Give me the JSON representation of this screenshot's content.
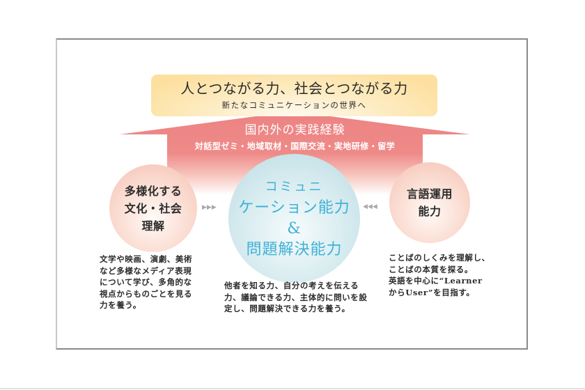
{
  "top_box": {
    "title": "人とつながる力、社会とつながる力",
    "subtitle": "新たなコミュニケーションの世界へ",
    "color": "#fde0a0"
  },
  "arrow": {
    "title": "国内外の実践経験",
    "subtitle": "対話型ゼミ・地域取材・国際交流・実地研修・留学",
    "color": "#ec8383"
  },
  "left_circle": {
    "lines": [
      "多様化する",
      "文化・社会",
      "理解"
    ],
    "color": "#f6bfb0"
  },
  "center_circle": {
    "lines": [
      "コミュニ",
      "ケーション能力",
      "&",
      "問題解決能力"
    ],
    "text_color": "#3eb1d6",
    "color": "#b9dbe2"
  },
  "right_circle": {
    "lines": [
      "言語運用",
      "能力"
    ],
    "color": "#f6bfb0"
  },
  "connectors": {
    "left_to_center": "▶▶▶",
    "right_to_center": "◀◀◀"
  },
  "descriptions": {
    "left": [
      "文学や映画、演劇、美術",
      "など多様なメディア表現",
      "について学び、多角的な",
      "視点からものごとを見る",
      "力を養う。"
    ],
    "center": [
      "他者を知る力、自分の考えを伝える",
      "力、議論できる力、主体的に問いを設",
      "定し、問題解決できる力を養う。"
    ],
    "right": [
      "ことばのしくみを理解し、",
      "ことばの本質を探る。",
      "英語を中心に“Learner",
      "からUser”を目指す。"
    ]
  }
}
